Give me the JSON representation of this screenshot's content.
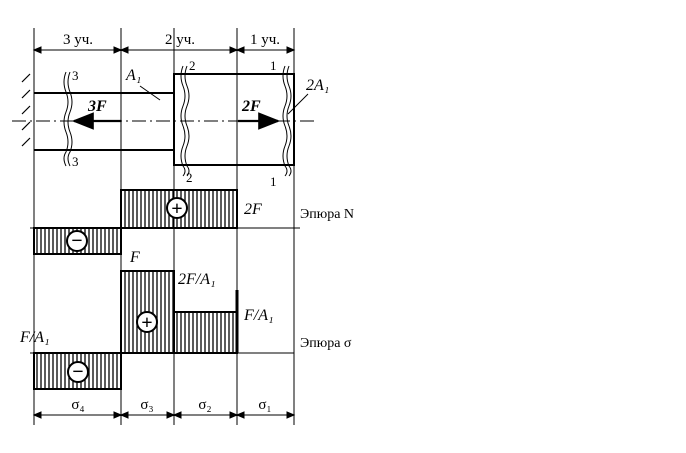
{
  "sections": {
    "s3": "3 уч.",
    "s2": "2 уч.",
    "s1": "1 уч."
  },
  "bar": {
    "area_left": "A₁",
    "area_right": "2A₁",
    "force_left": "3F",
    "force_right": "2F",
    "cut3_top": "3",
    "cut3_bottom": "3",
    "cut2_top": "2",
    "cut2_bottom": "2",
    "cut1_top": "1",
    "cut1_bottom": "1"
  },
  "diagram_N": {
    "title": "Эпюра N",
    "value_upper": "2F",
    "value_mid": "F",
    "sign_plus": "+",
    "sign_minus": "−"
  },
  "diagram_sigma": {
    "title": "Эпюра σ",
    "value_left": "F/A₁",
    "value_mid": "2F/A₁",
    "value_right": "F/A₁",
    "sign_plus": "+",
    "sign_minus": "−"
  },
  "bottom_labels": {
    "sigma4": "σ₄",
    "sigma3": "σ₃",
    "sigma2": "σ₂",
    "sigma1": "σ₁"
  }
}
